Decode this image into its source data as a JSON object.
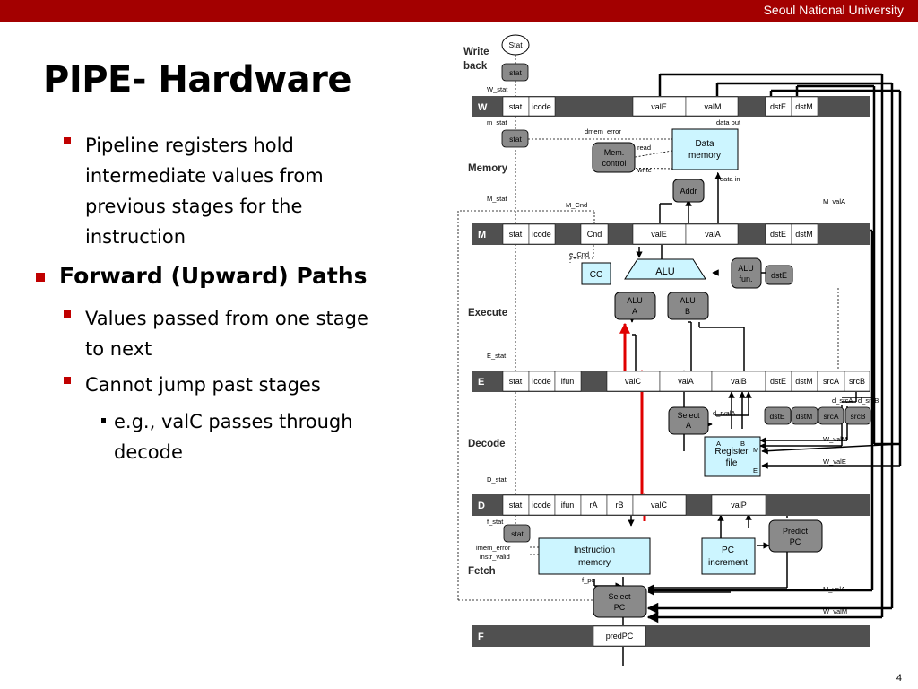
{
  "header": {
    "university": "Seoul National University"
  },
  "title": "PIPE- Hardware",
  "bullets": {
    "b1": [
      "Pipeline registers hold",
      "intermediate values from",
      "previous stages for the",
      "instruction"
    ],
    "b2": "Forward (Upward) Paths",
    "b3": [
      "Values passed from one stage",
      "to next"
    ],
    "b4": "Cannot jump past stages",
    "b5": [
      "e.g., valC passes through",
      "decode"
    ]
  },
  "page_number": "4",
  "diagram": {
    "stage_names": {
      "writeback_1": "Write",
      "writeback_2": "back",
      "memory": "Memory",
      "execute": "Execute",
      "decode": "Decode",
      "fetch": "Fetch"
    },
    "registers": {
      "W": {
        "label": "W",
        "fields": [
          "stat",
          "icode",
          "valE",
          "valM",
          "dstE",
          "dstM"
        ]
      },
      "M": {
        "label": "M",
        "fields": [
          "stat",
          "icode",
          "Cnd",
          "valE",
          "valA",
          "dstE",
          "dstM"
        ]
      },
      "E": {
        "label": "E",
        "fields": [
          "stat",
          "icode",
          "ifun",
          "valC",
          "valA",
          "valB",
          "dstE",
          "dstM",
          "srcA",
          "srcB"
        ]
      },
      "D": {
        "label": "D",
        "fields": [
          "stat",
          "icode",
          "ifun",
          "rA",
          "rB",
          "valC",
          "valP"
        ]
      },
      "F": {
        "label": "F",
        "fields": [
          "predPC"
        ]
      }
    },
    "units": {
      "data_memory": [
        "Data",
        "memory"
      ],
      "mem_control": [
        "Mem.",
        "control"
      ],
      "addr": "Addr",
      "cc": "CC",
      "alu": "ALU",
      "alu_fun": [
        "ALU",
        "fun."
      ],
      "alu_a": [
        "ALU",
        "A"
      ],
      "alu_b": [
        "ALU",
        "B"
      ],
      "dste_exec": "dstE",
      "select_a": [
        "Select",
        "A"
      ],
      "register_file": [
        "Register",
        "file"
      ],
      "instruction_memory": [
        "Instruction",
        "memory"
      ],
      "pc_increment": [
        "PC",
        "increment"
      ],
      "predict_pc": [
        "Predict",
        "PC"
      ],
      "select_pc": [
        "Select",
        "PC"
      ],
      "stat_circle": "Stat",
      "stat_box": "stat",
      "decode_boxes": [
        "dstE",
        "dstM",
        "srcA",
        "srcB"
      ]
    },
    "signals": {
      "W_stat": "W_stat",
      "m_stat": "m_stat",
      "M_stat": "M_stat",
      "E_stat": "E_stat",
      "D_stat": "D_stat",
      "f_stat": "f_stat",
      "dmem_error": "dmem_error",
      "read": "read",
      "write": "write",
      "data_out": "data out",
      "data_in": "data in",
      "M_Cnd": "M_Cnd",
      "M_valA": "M_valA",
      "e_Cnd": "e_Cnd",
      "d_rvalA": "d_rvalA",
      "d_srcA": "d_srcA",
      "d_srcB": "d_srcB",
      "W_valM": "W_valM",
      "W_valE": "W_valE",
      "imem_error": "imem_error",
      "instr_valid": "instr_valid",
      "f_pc": "f_pc",
      "port_A": "A",
      "port_B": "B",
      "port_M": "M",
      "port_E": "E"
    }
  }
}
